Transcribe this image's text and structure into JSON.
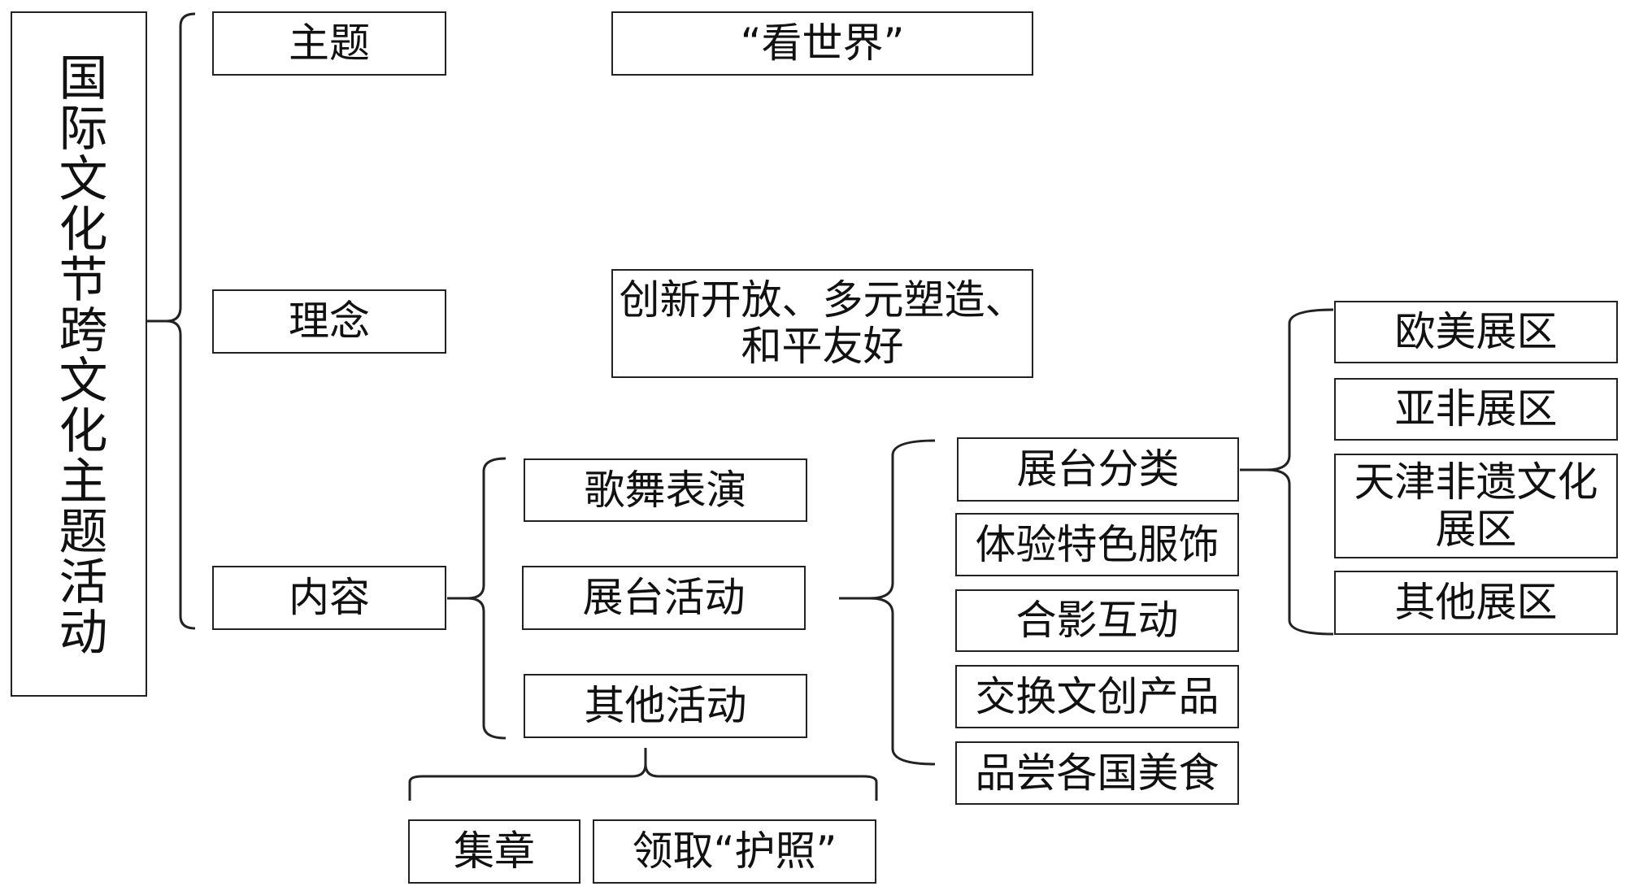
{
  "root": {
    "title": "国际文化节跨文化主题活动"
  },
  "level1": {
    "theme_label": "主题",
    "concept_label": "理念",
    "content_label": "内容"
  },
  "values": {
    "theme_value": "“看世界”",
    "concept_value": "创新开放、多元塑造、\n和平友好"
  },
  "content_items": {
    "dance": "歌舞表演",
    "booth": "展台活动",
    "other": "其他活动"
  },
  "booth_items": {
    "classification": "展台分类",
    "costume": "体验特色服饰",
    "photo": "合影互动",
    "exchange": "交换文创产品",
    "food": "品尝各国美食"
  },
  "zones": {
    "europe_america": "欧美展区",
    "asia_africa": "亚非展区",
    "tianjin": "天津非遗文化\n展区",
    "other": "其他展区"
  },
  "other_items": {
    "stamp": "集章",
    "passport": "领取“护照”"
  }
}
